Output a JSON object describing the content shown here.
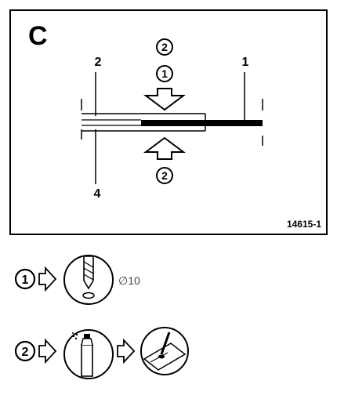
{
  "panel": {
    "letter": "C",
    "ref_code": "14615-1"
  },
  "callouts": {
    "part_1": "1",
    "part_2": "2",
    "part_4": "4",
    "step_2_top": "2",
    "step_1_top": "1",
    "step_2_bottom": "2"
  },
  "legend": {
    "step_1_number": "1",
    "step_2_number": "2",
    "drill_size": "∅10"
  }
}
